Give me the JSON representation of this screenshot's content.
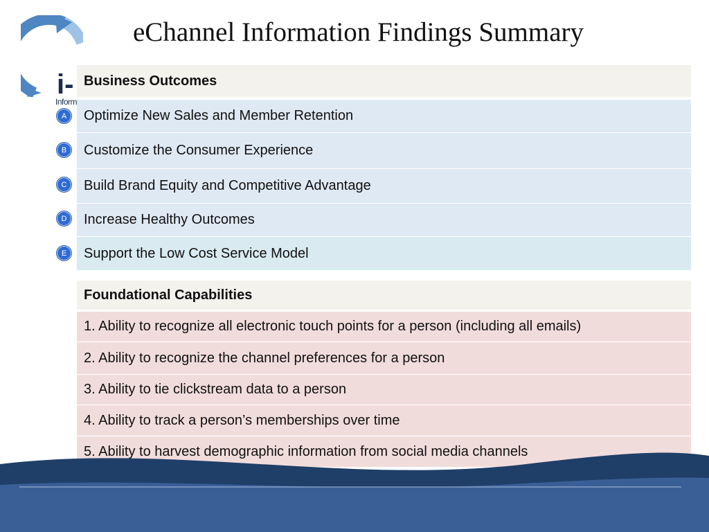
{
  "title": "eChannel Information Findings Summary",
  "logo": {
    "glyph": "i-",
    "text": "Inform"
  },
  "business": {
    "header": "Business Outcomes",
    "items": [
      {
        "badge": "A",
        "label": "Optimize New Sales and Member Retention"
      },
      {
        "badge": "B",
        "label": "Customize the Consumer Experience"
      },
      {
        "badge": "C",
        "label": "Build Brand Equity and Competitive Advantage"
      },
      {
        "badge": "D",
        "label": "Increase Healthy Outcomes"
      },
      {
        "badge": "E",
        "label": "Support the Low Cost Service Model"
      }
    ]
  },
  "foundational": {
    "header": "Foundational Capabilities",
    "items": [
      "1. Ability to recognize all electronic touch points for a person (including all emails)",
      "2. Ability to recognize the channel preferences for a person",
      "3. Ability to tie clickstream data to a person",
      "4. Ability to track a person’s memberships over time",
      "5. Ability to harvest demographic information from social media channels"
    ]
  },
  "colors": {
    "header_bg": "#f3f2ed",
    "business_row_bg": "#dfe9f4",
    "capability_row_bg": "#f1dcdc",
    "badge": "#2f6bd2",
    "footer_dark": "#1f3f68",
    "footer_mid": "#3a5f97"
  }
}
